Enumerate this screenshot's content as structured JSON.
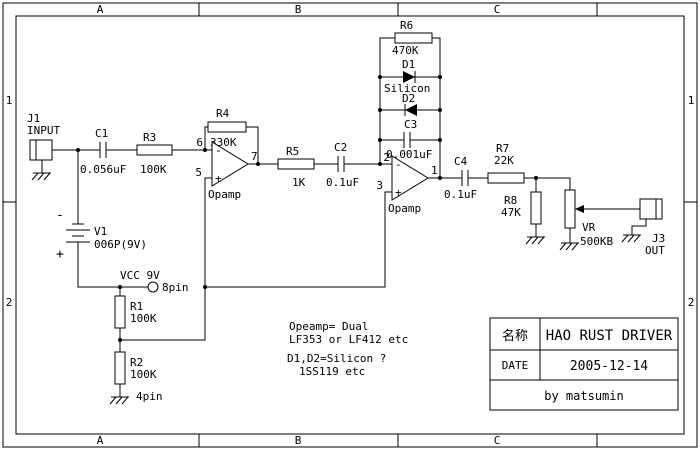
{
  "frame": {
    "cols": {
      "a": "A",
      "b": "B",
      "c": "C"
    },
    "rows": {
      "n1": "1",
      "n2": "2"
    }
  },
  "j1": {
    "ref": "J1",
    "label": "INPUT"
  },
  "v1": {
    "ref": "V1",
    "value": "006P(9V)",
    "minus": "-",
    "plus": "+"
  },
  "c1": {
    "ref": "C1",
    "value": "0.056uF"
  },
  "r3": {
    "ref": "R3",
    "value": "100K"
  },
  "r4": {
    "ref": "R4",
    "value": "330K"
  },
  "op1": {
    "name": "Opamp",
    "minus": "-",
    "plus": "+",
    "pin_inv": "6",
    "pin_non": "5",
    "pin_out": "7"
  },
  "r5": {
    "ref": "R5",
    "value": "1K"
  },
  "c2": {
    "ref": "C2",
    "value": "0.1uF"
  },
  "op2": {
    "name": "Opamp",
    "minus": "-",
    "plus": "+",
    "pin_inv": "2",
    "pin_non": "3",
    "pin_out": "1"
  },
  "r6": {
    "ref": "R6",
    "value": "470K"
  },
  "d1": {
    "ref": "D1",
    "material": "Silicon"
  },
  "d2": {
    "ref": "D2"
  },
  "c3": {
    "ref": "C3",
    "value": "0.001uF"
  },
  "c4": {
    "ref": "C4",
    "value": "0.1uF"
  },
  "r7": {
    "ref": "R7",
    "value": "22K"
  },
  "r8": {
    "ref": "R8",
    "value": "47K"
  },
  "vr": {
    "ref": "VR",
    "value": "500KB"
  },
  "j3": {
    "ref": "J3",
    "label": "OUT"
  },
  "power": {
    "vcc": "VCC 9V",
    "pin8": "8pin",
    "pin4": "4pin"
  },
  "r1": {
    "ref": "R1",
    "value": "100K"
  },
  "r2": {
    "ref": "R2",
    "value": "100K"
  },
  "notes": {
    "op_line1": "Opeamp= Dual",
    "op_line2": "LF353 or LF412 etc",
    "d_line1": "D1,D2=Silicon ?",
    "d_line2": "1SS119 etc"
  },
  "title_block": {
    "name_label": "名称",
    "title": "HAO RUST DRIVER",
    "date_label": "DATE",
    "date": "2005-12-14",
    "credit": "by matsumin"
  },
  "colors": {
    "ink": "#000000",
    "paper": "#ffffff"
  }
}
